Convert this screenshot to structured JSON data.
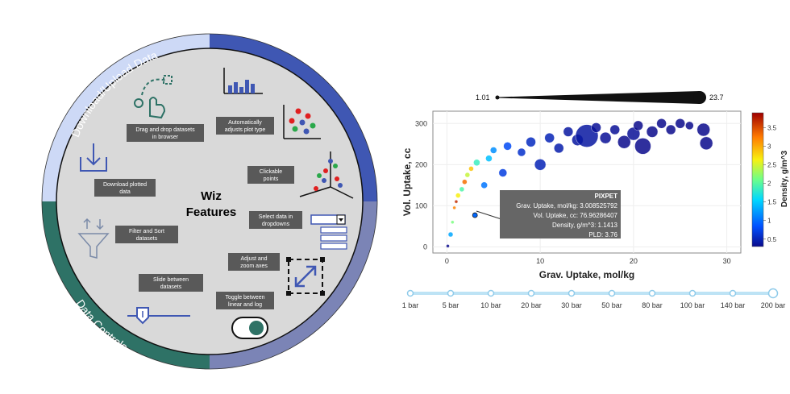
{
  "wheel": {
    "center_title_line1": "Wiz",
    "center_title_line2": "Features",
    "arc_download_upload": "Download/Upload Data",
    "arc_data_controls": "Data Controls",
    "colors": {
      "download_upload": "#cdd9f6",
      "top_right": "#3f57b3",
      "bottom_right": "#7b84b6",
      "data_controls": "#2e7266",
      "inner_disk": "#d9d9d9",
      "label_box": "#595959",
      "icon_teal": "#2e7266",
      "icon_blue": "#3f57b3"
    },
    "features": {
      "drag_drop": [
        "Drag and drop datasets",
        "in browser"
      ],
      "auto_plot": [
        "Automatically",
        "adjusts plot type"
      ],
      "download_plotted": [
        "Download plotted",
        "data"
      ],
      "clickable": [
        "Clickable",
        "points"
      ],
      "filter_sort": [
        "Filter and Sort",
        "datasets"
      ],
      "select_dropdown": [
        "Select data in",
        "dropdowns"
      ],
      "adjust_zoom": [
        "Adjust and",
        "zoom axes"
      ],
      "slide_between": [
        "Slide between",
        "datasets"
      ],
      "toggle_linear_log": [
        "Toggle between",
        "linear and log"
      ]
    }
  },
  "size_legend": {
    "min_label": "1.01",
    "max_label": "23.7"
  },
  "colorbar": {
    "title": "Density, g/m^3",
    "ticks": [
      "3.5",
      "3",
      "2.5",
      "2",
      "1.5",
      "1",
      "0.5"
    ],
    "colors": [
      "#0a0a8c",
      "#0050ff",
      "#00d8ff",
      "#6cff8a",
      "#f8f010",
      "#ff7a00",
      "#9e0000"
    ]
  },
  "tooltip": {
    "name": "PIXPET",
    "line1": "Grav. Uptake, mol/kg: 3.008525792",
    "line2": "Vol. Uptake, cc: 76.96286407",
    "line3": "Density, g/m^3: 1.1413",
    "line4": "PLD: 3.76"
  },
  "chart_data": {
    "type": "scatter",
    "title": "",
    "xlabel": "Grav. Uptake, mol/kg",
    "ylabel": "Vol. Uptake, cc",
    "xlim": [
      -1.5,
      31.5
    ],
    "ylim": [
      -15,
      330
    ],
    "xticks": [
      0,
      10,
      20,
      30
    ],
    "yticks": [
      0,
      100,
      200,
      300
    ],
    "color_variable": "Density, g/m^3",
    "size_variable_range": [
      1.01,
      23.7
    ],
    "highlighted_point": {
      "x": 3.008525792,
      "y": 76.96286407,
      "density": 1.1413,
      "pld": 3.76,
      "name": "PIXPET"
    },
    "sample_points": [
      {
        "x": 0.1,
        "y": 2,
        "d": 0.5,
        "s": 2
      },
      {
        "x": 0.4,
        "y": 30,
        "d": 1.4,
        "s": 3
      },
      {
        "x": 0.6,
        "y": 60,
        "d": 2.2,
        "s": 2
      },
      {
        "x": 0.8,
        "y": 95,
        "d": 3.2,
        "s": 2
      },
      {
        "x": 1.0,
        "y": 110,
        "d": 3.6,
        "s": 2
      },
      {
        "x": 1.2,
        "y": 125,
        "d": 2.7,
        "s": 3
      },
      {
        "x": 1.6,
        "y": 140,
        "d": 2.0,
        "s": 3
      },
      {
        "x": 1.9,
        "y": 158,
        "d": 3.3,
        "s": 3
      },
      {
        "x": 2.2,
        "y": 175,
        "d": 2.5,
        "s": 3
      },
      {
        "x": 2.6,
        "y": 190,
        "d": 2.9,
        "s": 3
      },
      {
        "x": 3.0,
        "y": 77,
        "d": 1.14,
        "s": 3
      },
      {
        "x": 3.2,
        "y": 205,
        "d": 1.9,
        "s": 4
      },
      {
        "x": 4.0,
        "y": 150,
        "d": 1.2,
        "s": 4
      },
      {
        "x": 4.5,
        "y": 215,
        "d": 1.5,
        "s": 4
      },
      {
        "x": 5.0,
        "y": 235,
        "d": 1.3,
        "s": 4
      },
      {
        "x": 6.0,
        "y": 180,
        "d": 0.9,
        "s": 5
      },
      {
        "x": 6.5,
        "y": 245,
        "d": 1.0,
        "s": 5
      },
      {
        "x": 8.0,
        "y": 230,
        "d": 0.8,
        "s": 5
      },
      {
        "x": 9.0,
        "y": 255,
        "d": 0.75,
        "s": 6
      },
      {
        "x": 10.0,
        "y": 200,
        "d": 0.7,
        "s": 7
      },
      {
        "x": 11.0,
        "y": 265,
        "d": 0.7,
        "s": 6
      },
      {
        "x": 12.0,
        "y": 240,
        "d": 0.65,
        "s": 6
      },
      {
        "x": 13.0,
        "y": 280,
        "d": 0.6,
        "s": 6
      },
      {
        "x": 14.0,
        "y": 260,
        "d": 0.6,
        "s": 7
      },
      {
        "x": 15.0,
        "y": 270,
        "d": 0.6,
        "s": 14
      },
      {
        "x": 16.0,
        "y": 290,
        "d": 0.55,
        "s": 6
      },
      {
        "x": 17.0,
        "y": 265,
        "d": 0.55,
        "s": 7
      },
      {
        "x": 18.0,
        "y": 285,
        "d": 0.55,
        "s": 6
      },
      {
        "x": 19.0,
        "y": 255,
        "d": 0.5,
        "s": 8
      },
      {
        "x": 20.0,
        "y": 275,
        "d": 0.55,
        "s": 8
      },
      {
        "x": 20.5,
        "y": 295,
        "d": 0.5,
        "s": 6
      },
      {
        "x": 21.0,
        "y": 245,
        "d": 0.5,
        "s": 10
      },
      {
        "x": 22.0,
        "y": 280,
        "d": 0.5,
        "s": 7
      },
      {
        "x": 23.0,
        "y": 300,
        "d": 0.5,
        "s": 6
      },
      {
        "x": 24.0,
        "y": 285,
        "d": 0.5,
        "s": 6
      },
      {
        "x": 25.0,
        "y": 300,
        "d": 0.5,
        "s": 6
      },
      {
        "x": 26.0,
        "y": 295,
        "d": 0.5,
        "s": 5
      },
      {
        "x": 27.5,
        "y": 285,
        "d": 0.5,
        "s": 8
      },
      {
        "x": 27.8,
        "y": 252,
        "d": 0.5,
        "s": 8
      }
    ]
  },
  "pressure_slider": {
    "labels": [
      "1 bar",
      "5 bar",
      "10 bar",
      "20 bar",
      "30 bar",
      "50 bar",
      "80 bar",
      "100 bar",
      "140 bar",
      "200 bar"
    ],
    "selected_index": 9
  }
}
